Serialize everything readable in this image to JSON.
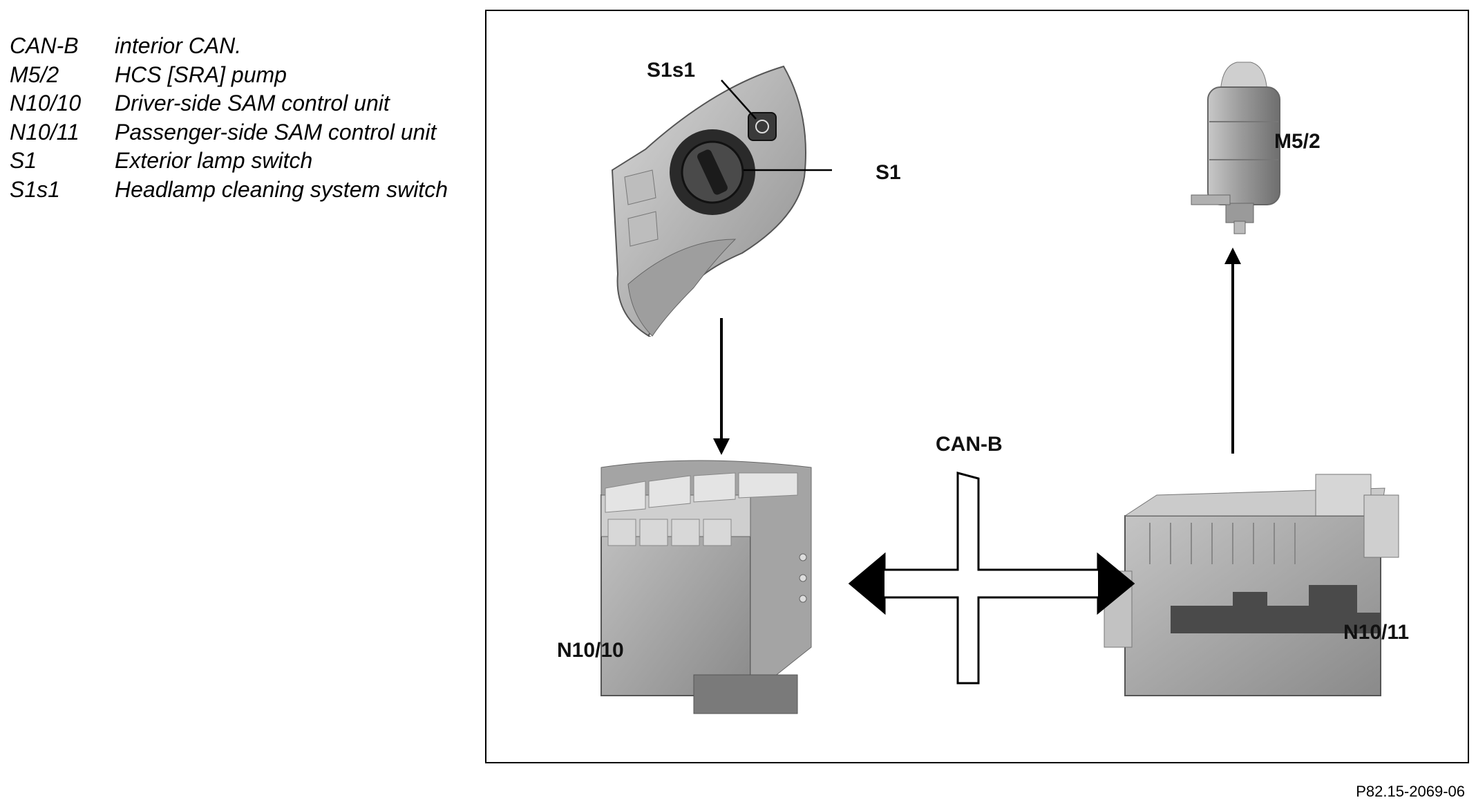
{
  "legend": [
    {
      "code": "CAN-B",
      "text": "interior CAN."
    },
    {
      "code": "M5/2",
      "text": "HCS [SRA] pump"
    },
    {
      "code": "N10/10",
      "text": "Driver-side SAM control unit"
    },
    {
      "code": "N10/11",
      "text": "Passenger-side SAM control unit"
    },
    {
      "code": "S1",
      "text": "Exterior lamp switch"
    },
    {
      "code": "S1s1",
      "text": "Headlamp cleaning system switch"
    }
  ],
  "diagram": {
    "labels": {
      "s1s1": "S1s1",
      "s1": "S1",
      "m52": "M5/2",
      "canb": "CAN-B",
      "n1010": "N10/10",
      "n1011": "N10/11"
    }
  },
  "reference": "P82.15-2069-06"
}
